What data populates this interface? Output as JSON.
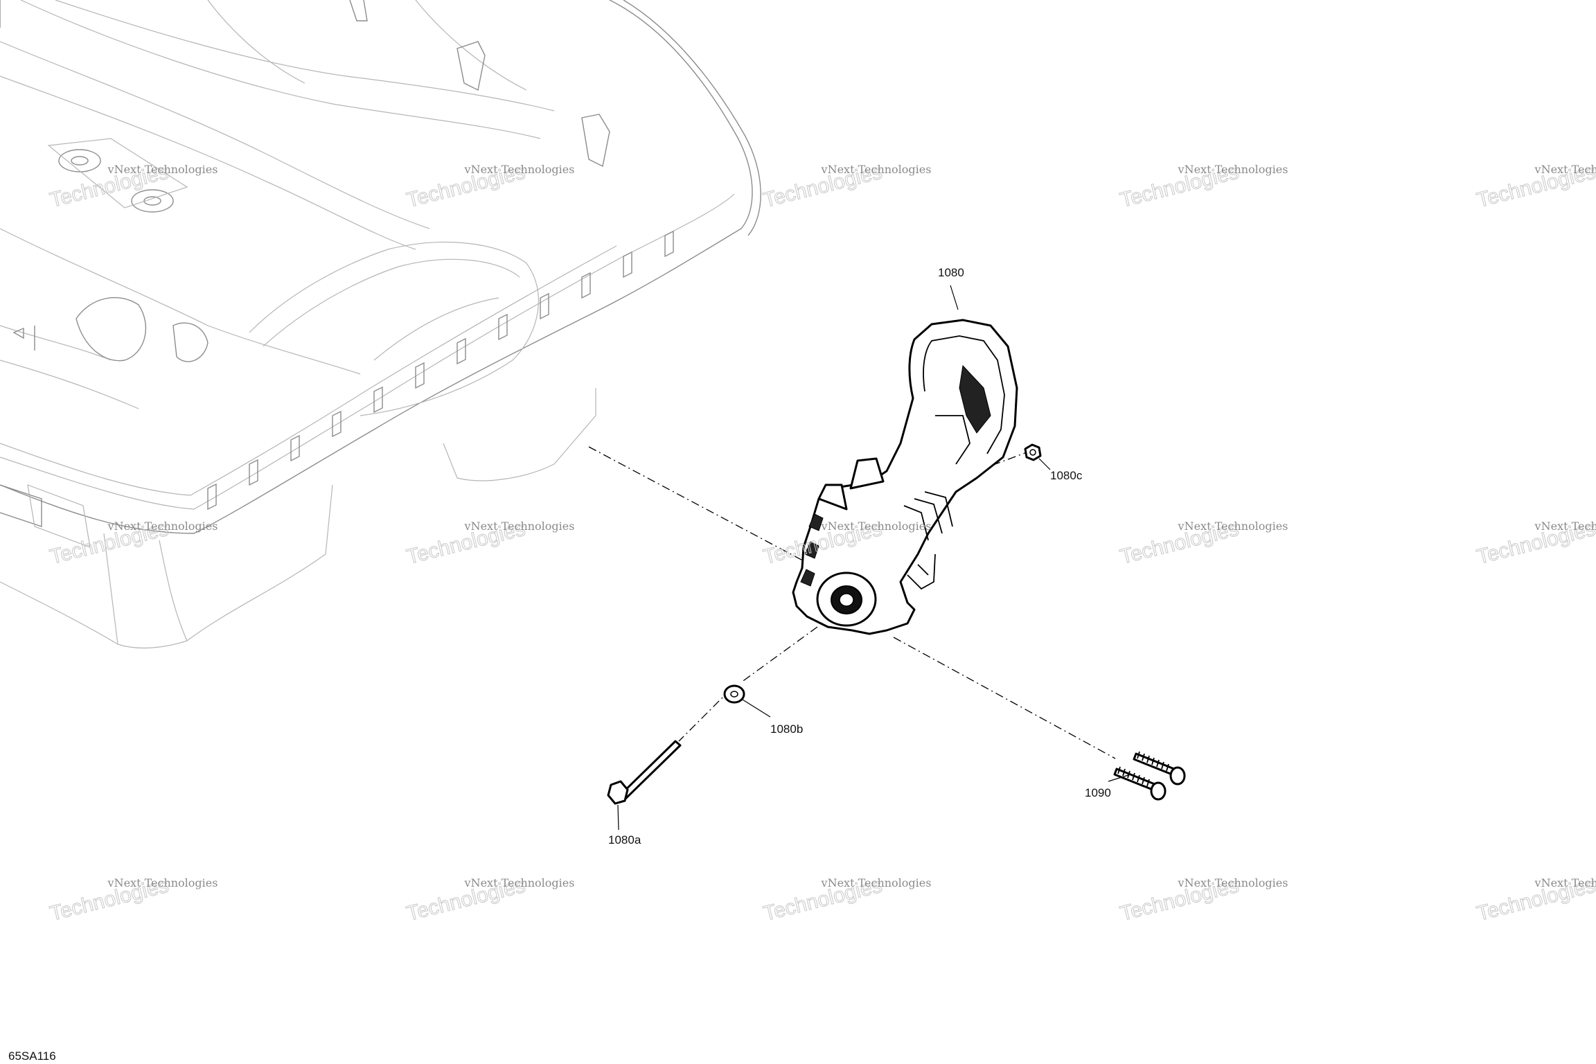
{
  "diagram": {
    "callouts": [
      {
        "id": "1080",
        "label": "1080"
      },
      {
        "id": "1080a",
        "label": "1080a"
      },
      {
        "id": "1080b",
        "label": "1080b"
      },
      {
        "id": "1080c",
        "label": "1080c"
      },
      {
        "id": "1090",
        "label": "1090"
      }
    ],
    "illustration_code": "65SA116",
    "watermark": {
      "line1": "vNext Technologies",
      "line2": "Technologies"
    }
  }
}
